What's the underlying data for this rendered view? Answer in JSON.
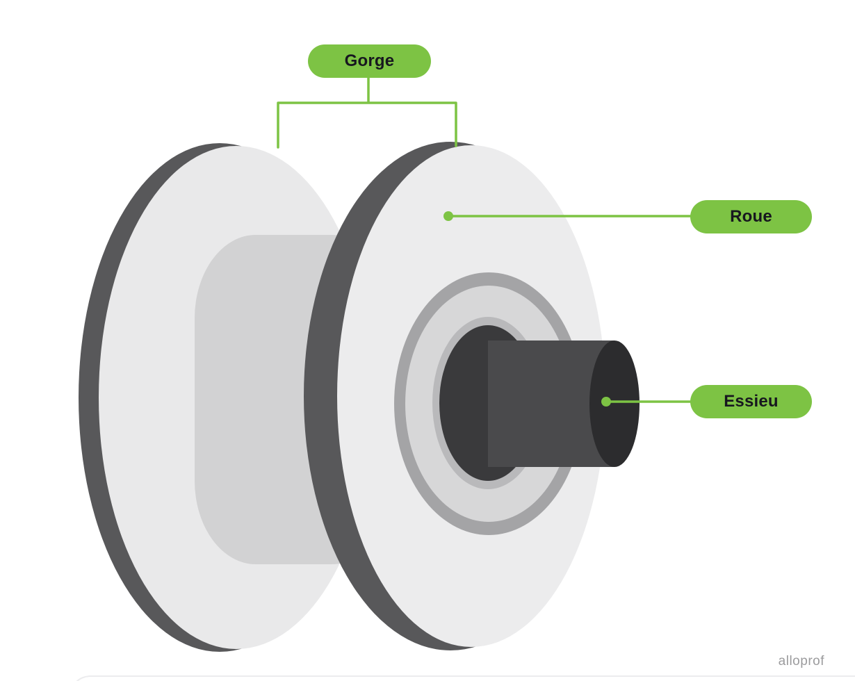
{
  "labels": {
    "gorge": "Gorge",
    "roue": "Roue",
    "essieu": "Essieu"
  },
  "watermark": "alloprof",
  "colors": {
    "accent-green": "#7dc344",
    "label-text": "#17171f",
    "wheel-light": "#e9e9ea",
    "wheel-light-2": "#ececed",
    "wheel-rim": "#58585a",
    "barrel": "#d2d2d3",
    "hub-ring": "#a4a4a6",
    "hub-mid": "#d7d7d8",
    "hub-inner-ring": "#b9b9bb",
    "hole": "#3a3a3c",
    "axle": "#4a4a4c",
    "axle-cap": "#2c2c2e",
    "watermark-color": "#9b9b9d",
    "card-border": "#ececee"
  }
}
